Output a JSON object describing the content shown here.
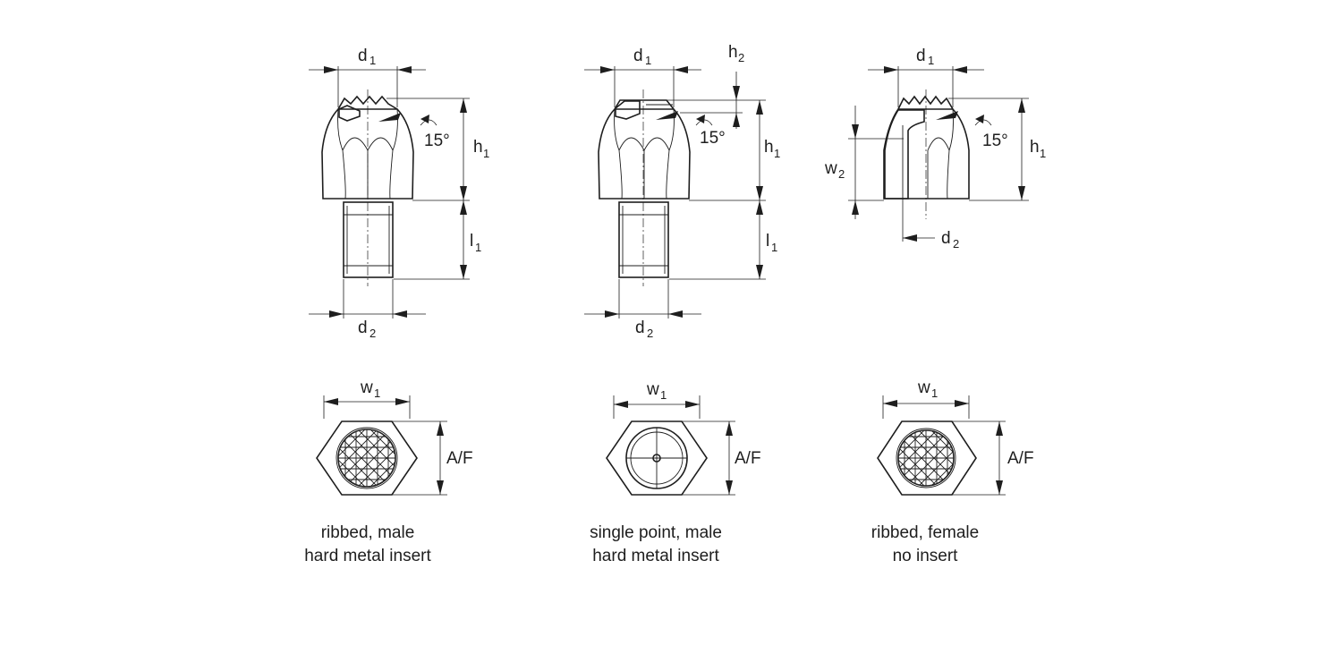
{
  "labels": {
    "d1": "d",
    "d1_sub": "1",
    "d2": "d",
    "d2_sub": "2",
    "h1": "h",
    "h1_sub": "1",
    "h2": "h",
    "h2_sub": "2",
    "l1": "l",
    "l1_sub": "1",
    "w1": "w",
    "w1_sub": "1",
    "w2": "w",
    "w2_sub": "2",
    "angle": "15°",
    "af": "A/F"
  },
  "variants": [
    {
      "line1": "ribbed, male",
      "line2": "hard metal insert"
    },
    {
      "line1": "single point, male",
      "line2": "hard metal insert"
    },
    {
      "line1": "ribbed, female",
      "line2": "no insert"
    }
  ]
}
